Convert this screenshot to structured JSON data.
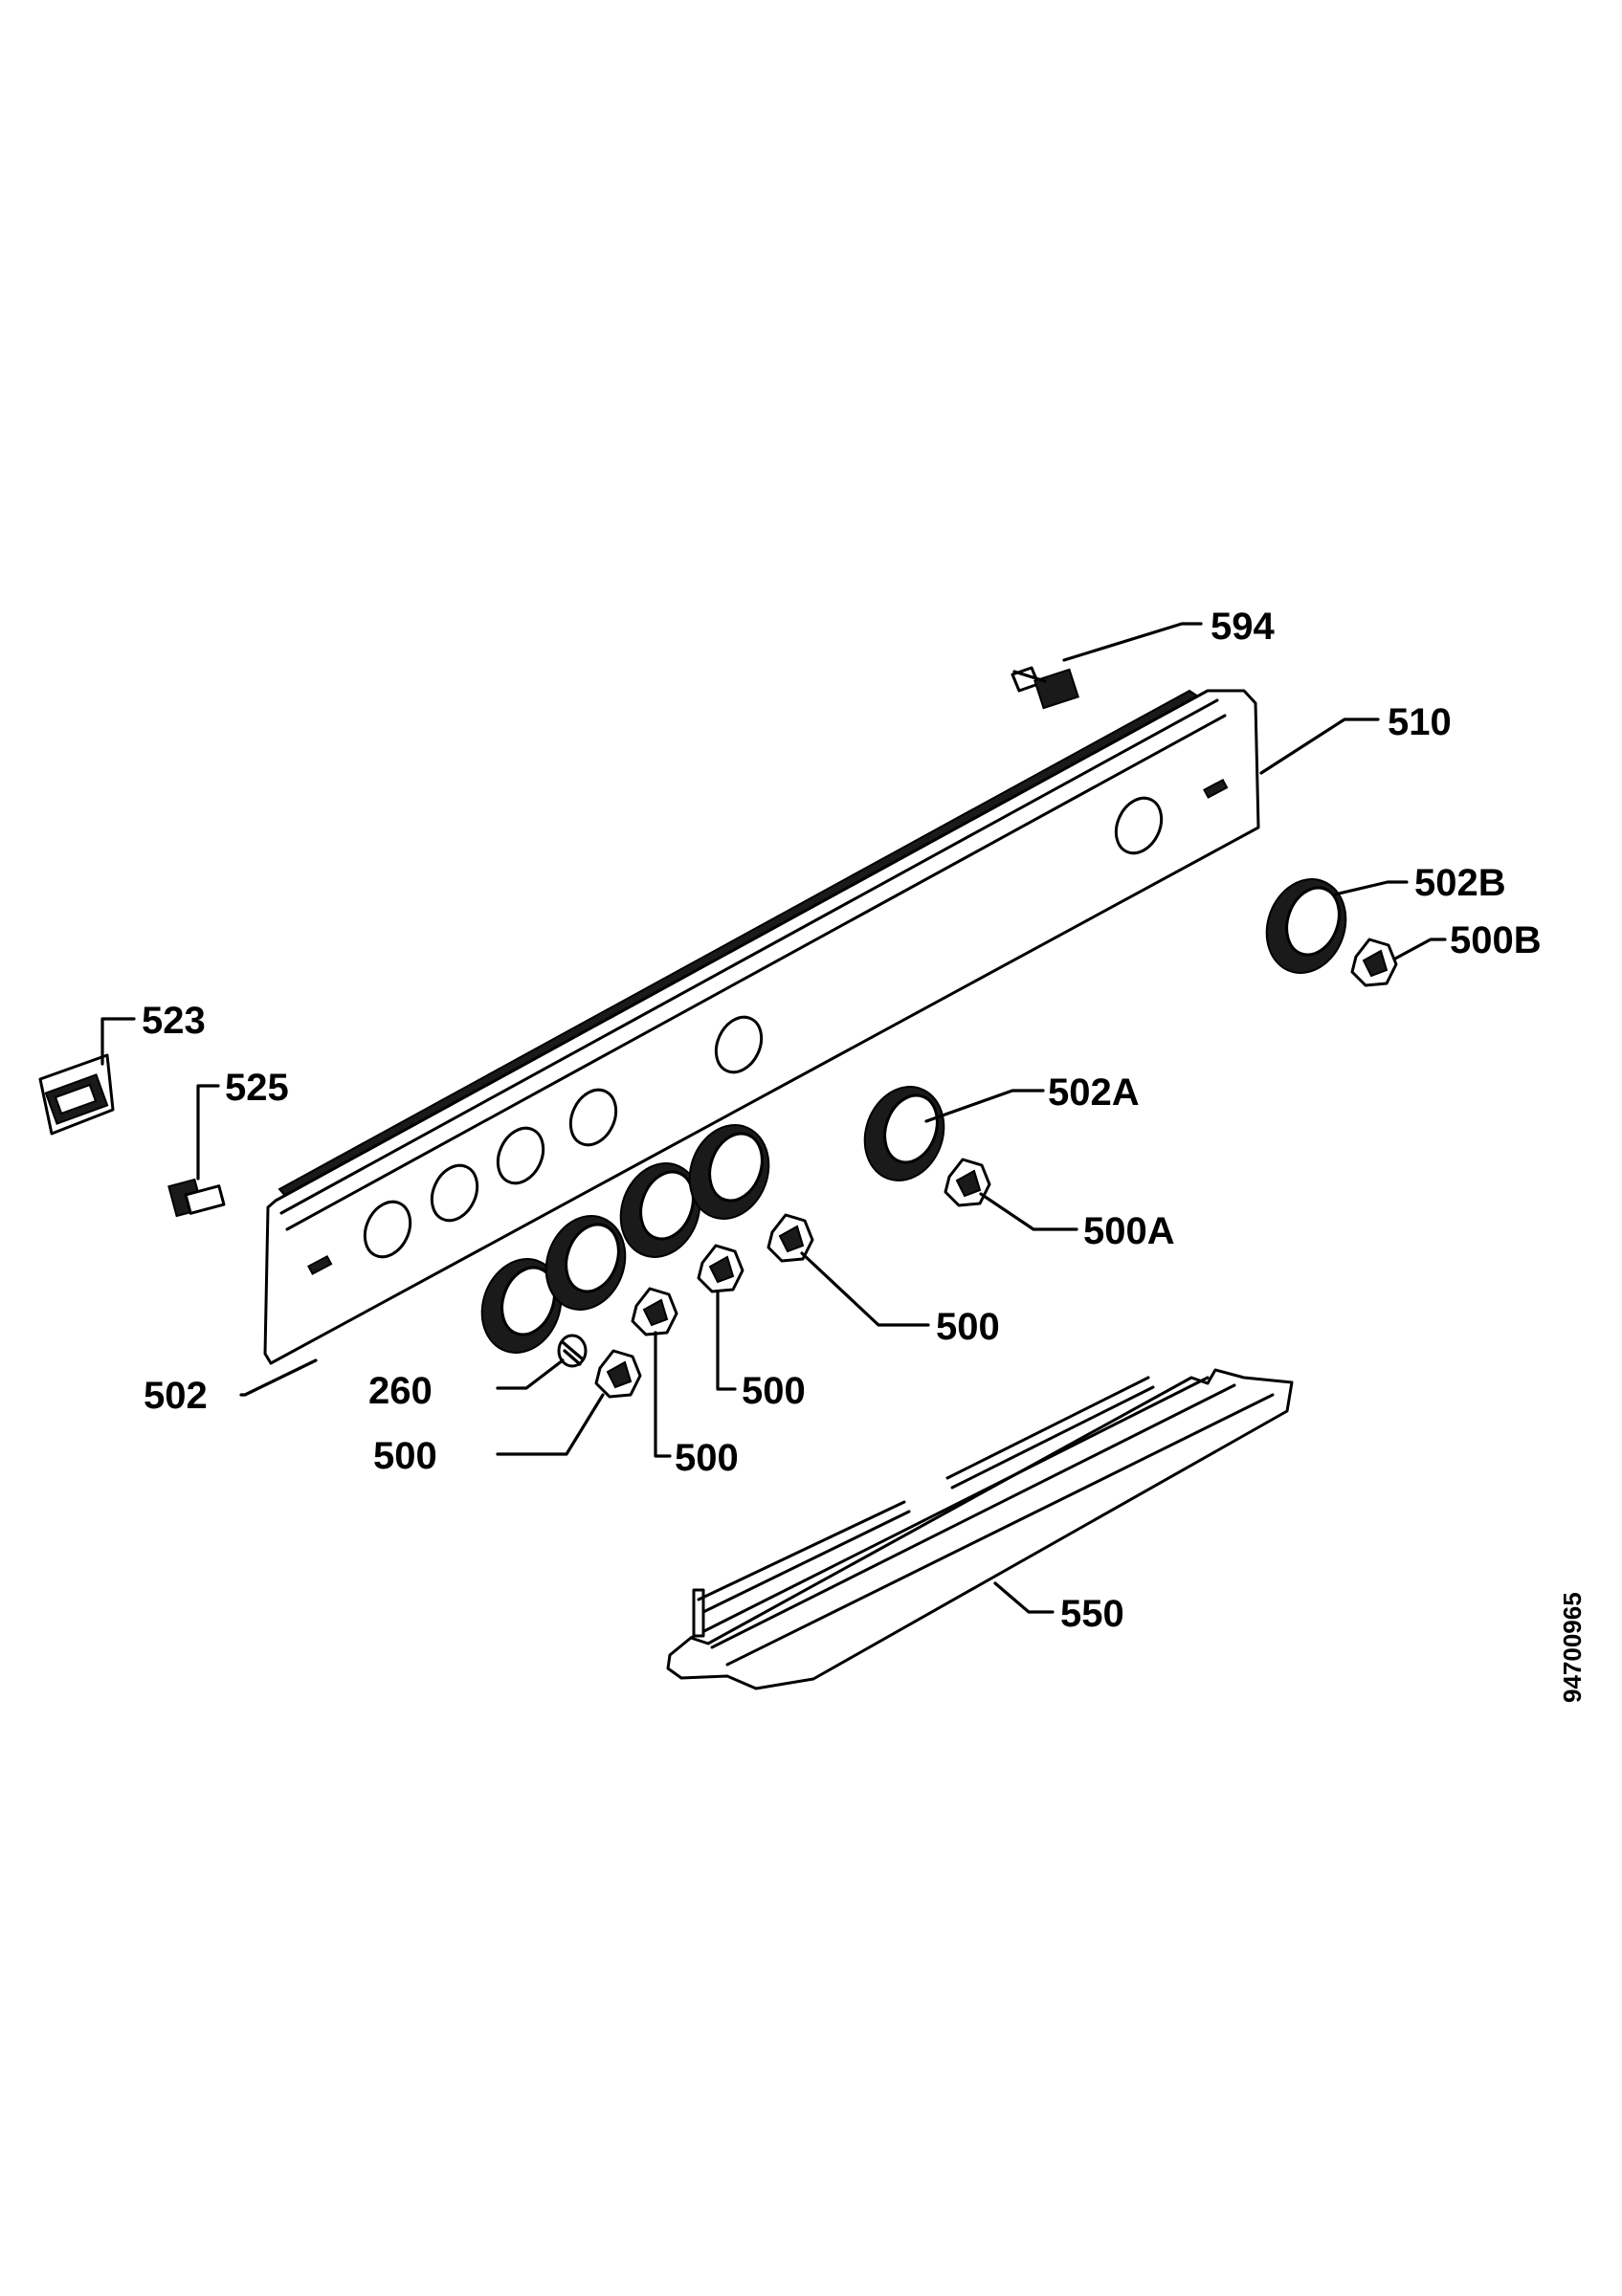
{
  "labels": {
    "l594": "594",
    "l510": "510",
    "l502B": "502B",
    "l500B": "500B",
    "l523": "523",
    "l525": "525",
    "l502A": "502A",
    "l500A": "500A",
    "l500_a": "500",
    "l500_b": "500",
    "l260": "260",
    "l502": "502",
    "l500_c": "500",
    "l500_d": "500",
    "l550": "550"
  },
  "document_number": "94700965"
}
